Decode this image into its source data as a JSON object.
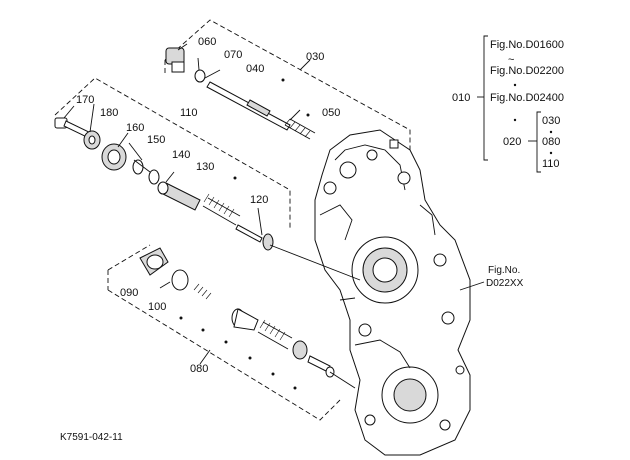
{
  "labels": {
    "p060": "060",
    "p070": "070",
    "p040": "040",
    "p030": "030",
    "p050": "050",
    "p170": "170",
    "p180": "180",
    "p110": "110",
    "p160": "160",
    "p150": "150",
    "p140": "140",
    "p130": "130",
    "p120": "120",
    "p090": "090",
    "p100": "100",
    "p080": "080",
    "p010": "010",
    "p020": "020",
    "p020_030": "030",
    "p020_080": "080",
    "p020_110": "110",
    "fig_d01600": "Fig.No.D01600",
    "fig_tilde": "~",
    "fig_d02200": "Fig.No.D02200",
    "fig_d02400": "Fig.No.D02400",
    "ref_fig_label": "Fig.No.",
    "ref_fig_num": "D022XX",
    "drawing_id": "K7591-042-11"
  }
}
